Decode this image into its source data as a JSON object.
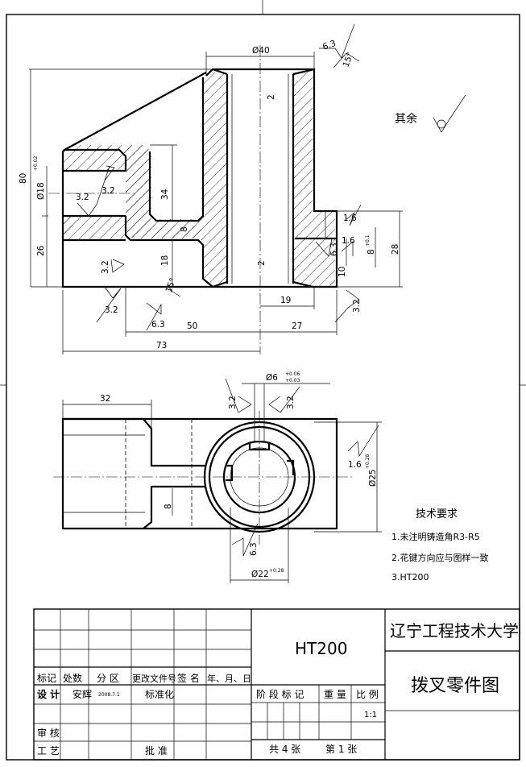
{
  "front_view": {
    "dims": {
      "d40": "Ø40",
      "ra63_top": "6.3",
      "angle15_top": "15°",
      "v2_top": "2",
      "v2_bot": "2",
      "h80": "80",
      "d18": "Ø18",
      "d18_tol": "+0.02",
      "h34": "34",
      "v8": "8",
      "h26": "26",
      "h18": "18",
      "angle15_bot": "15°",
      "ra32_a": "3.2",
      "ra32_b": "3.2",
      "ra32_c": "3.2",
      "ra32_d": "3.2",
      "ra32_e": "3.2",
      "ra63_bottom": "6.3",
      "w50": "50",
      "w73": "73",
      "w19": "19",
      "w27": "27",
      "ra16_a": "1.6",
      "ra16_b": "1.6",
      "ra63_right": "6.3",
      "d8": "8",
      "d8_tol": "+0.1",
      "h10": "10",
      "h28": "28"
    }
  },
  "top_view": {
    "dims": {
      "w32": "32",
      "d6": "Ø6",
      "d6_tol_hi": "+0.06",
      "d6_tol_lo": "+0.03",
      "ra32_l": "3.2",
      "ra32_r": "3.2",
      "ra16": "1.6",
      "d25": "Ø25",
      "d25_tol": "+0.28",
      "v8": "8",
      "ra63": "6.3",
      "d22": "Ø22",
      "d22_tol": "+0.28"
    }
  },
  "surface_note": {
    "label": "其余"
  },
  "tech_req": {
    "title": "技术要求",
    "items": [
      "1.未注明铸造角R3-R5",
      "2.花键方向应与图样一致",
      "3.HT200"
    ]
  },
  "title_block": {
    "material": "HT200",
    "school": "辽宁工程技术大学",
    "drawing_name": "拨叉零件图",
    "rev_headers": [
      "标记",
      "处数",
      "分 区",
      "更改文件号",
      "签 名",
      "年、月、日"
    ],
    "design_label": "设 计",
    "designer": "安辉",
    "date": "2008.7.1",
    "standard_label": "标准化",
    "review_label": "审 核",
    "process_label": "工 艺",
    "approve_label": "批 准",
    "stage_label": "阶 段 标 记",
    "weight_label": "重 量",
    "scale_label": "比 例",
    "scale": "1:1",
    "sheets_total": "共 4  张",
    "sheet_no": "第  1 张"
  }
}
